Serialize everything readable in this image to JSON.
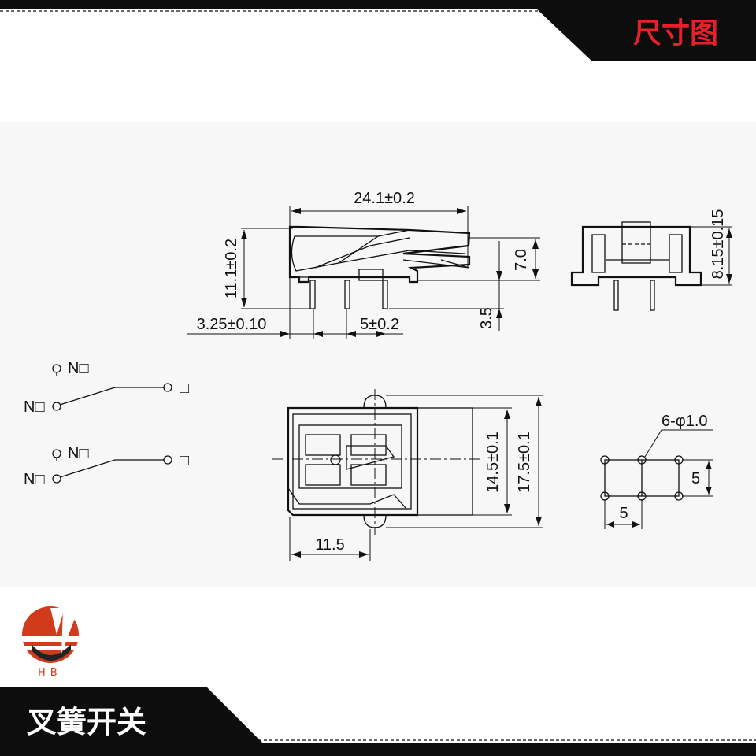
{
  "header": {
    "title": "尺寸图"
  },
  "footer": {
    "product_name": "叉簧开关"
  },
  "logo": {
    "text": "HB",
    "icon": "hb-logo-icon"
  },
  "dimensions": {
    "overall_length": "24.1±0.2",
    "overall_height": "11.1±0.2",
    "actuator_height": "7.0",
    "pin_length": "3.5",
    "pin_offset": "3.25±0.10",
    "pin_pitch": "5±0.2",
    "side_height": "8.15±0.15",
    "inner_width": "14.5±0.1",
    "outer_width": "17.5±0.1",
    "body_length": "11.5",
    "hole_spec": "6-φ1.0",
    "hole_pitch_x": "5",
    "hole_pitch_y": "5"
  },
  "schematic": {
    "contact_1_no": "N□",
    "contact_1_common": "N□",
    "contact_1_end": "□",
    "contact_2_no": "N□",
    "contact_2_common": "N□",
    "contact_2_end": "□"
  },
  "colors": {
    "accent": "#e8202a",
    "banner": "#0d0d0d",
    "background": "#ffffff",
    "panel": "#f7f7f7"
  }
}
